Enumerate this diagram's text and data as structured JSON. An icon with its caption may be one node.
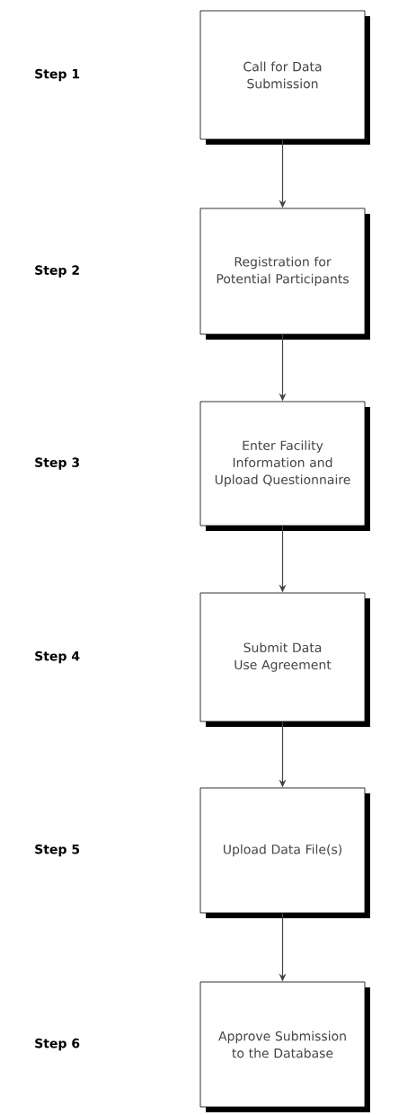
{
  "diagram": {
    "nodes": [
      {
        "text": [
          "Call for Data Submission"
        ]
      },
      {
        "text": [
          "Registration for Potential Participants"
        ]
      },
      {
        "text": [
          "Enter Facility Information and Upload Questionnaire"
        ]
      },
      {
        "text": [
          "Submit Data Use Agreement"
        ]
      },
      {
        "text": [
          "Upload Data File(s)"
        ]
      },
      {
        "text": [
          "Approve Submission to the Database"
        ]
      }
    ],
    "edges": [
      {
        "from": 0,
        "to": 1,
        "arrow": "to"
      },
      {
        "from": 1,
        "to": 2,
        "arrow": "to"
      },
      {
        "from": 2,
        "to": 3,
        "arrow": "to"
      },
      {
        "from": 3,
        "to": 4,
        "arrow": "to"
      },
      {
        "from": 4,
        "to": 5,
        "arrow": "to"
      }
    ],
    "labels": [
      "Step 1",
      "Step 2",
      "Step 3",
      "Step 4",
      "Step 5",
      "Step 6"
    ]
  }
}
